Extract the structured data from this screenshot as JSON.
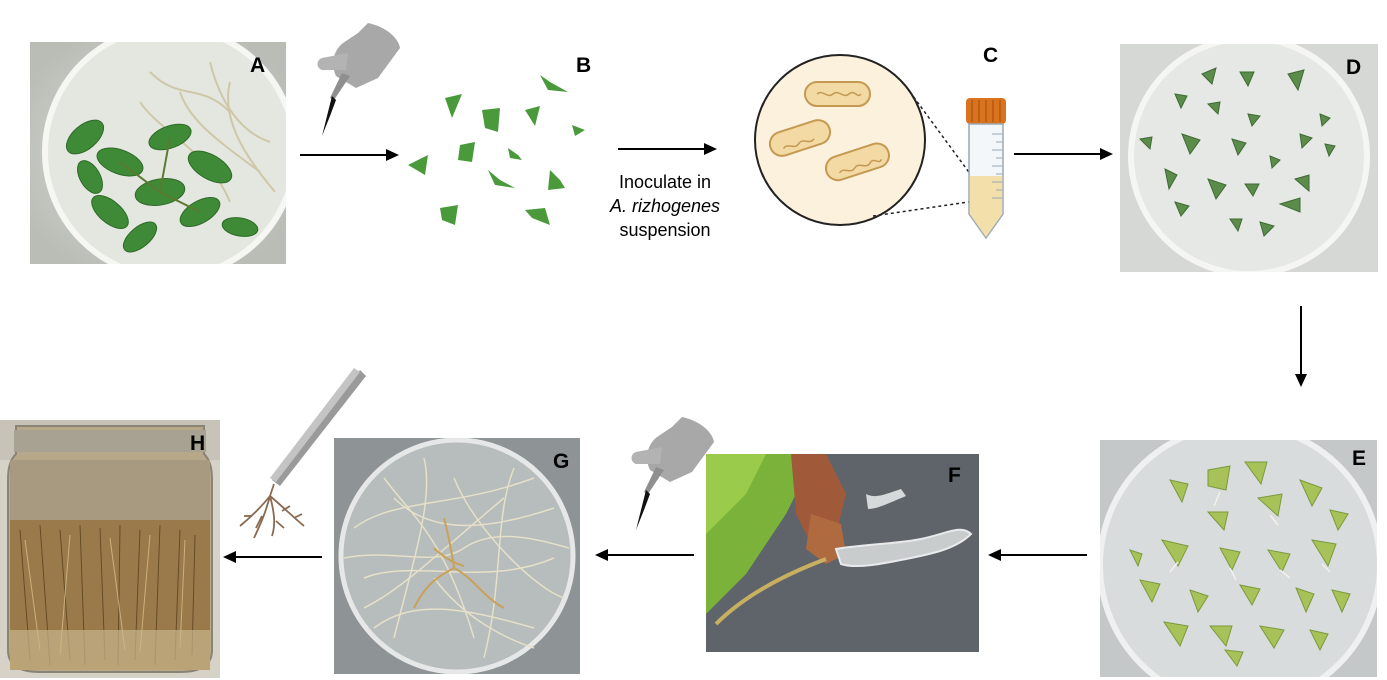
{
  "panels": [
    {
      "id": "A",
      "label": "A"
    },
    {
      "id": "B",
      "label": "B"
    },
    {
      "id": "C",
      "label": "C"
    },
    {
      "id": "D",
      "label": "D"
    },
    {
      "id": "E",
      "label": "E"
    },
    {
      "id": "F",
      "label": "F"
    },
    {
      "id": "G",
      "label": "G"
    },
    {
      "id": "H",
      "label": "H"
    }
  ],
  "caption": {
    "line1": "Inoculate in",
    "line2": "A. rizhogenes",
    "line3": "suspension"
  },
  "colors": {
    "leaf_green": "#4a9a3c",
    "dark_leaf": "#3d7a35",
    "bacteria_fill": "#f3d9a4",
    "circle_fill": "#fbf1dc",
    "tube_cap": "#d9731f",
    "liquid": "#f2dfa9",
    "hand_gray": "#a8a8a8",
    "arrow": "#000000"
  },
  "icons": [
    "scalpel-hand-icon",
    "tweezers-icon",
    "falcon-tube-icon",
    "bacteria-icon",
    "leaf-fragment-icon"
  ]
}
